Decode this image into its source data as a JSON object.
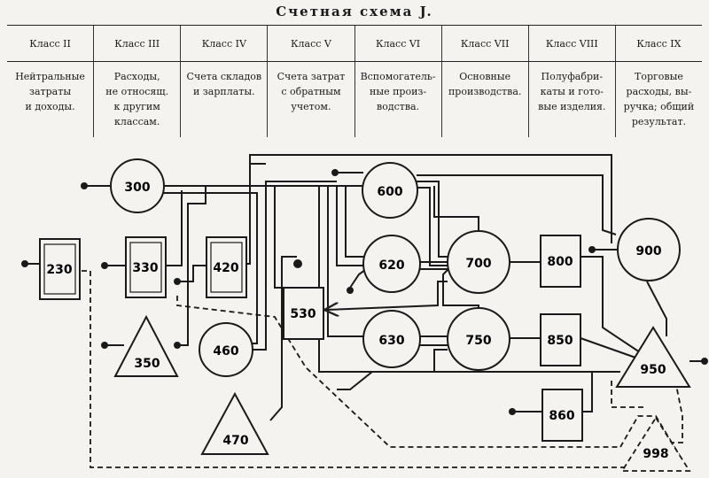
{
  "title": "Счетная схема J.",
  "classes": [
    {
      "header": "Класс II",
      "desc": "Нейтральные\nзатраты\nи доходы."
    },
    {
      "header": "Класс III",
      "desc": "Расходы,\nне относящ.\nк другим\nклассам."
    },
    {
      "header": "Класс IV",
      "desc": "Счета складов\nи зарплаты."
    },
    {
      "header": "Класс V",
      "desc": "Счета затрат\nс обратным\nучетом."
    },
    {
      "header": "Класс VI",
      "desc": "Вспомогатель-\nные произ-\nводства."
    },
    {
      "header": "Класс VII",
      "desc": "Основные\nпроизводства."
    },
    {
      "header": "Класс VIII",
      "desc": "Полуфабри-\nкаты и гото-\nвые изделия."
    },
    {
      "header": "Класс IX",
      "desc": "Торговые\nрасходы, вы-\nручка; общий\nрезультат."
    }
  ],
  "nodes": {
    "n230": "230",
    "n330": "330",
    "n420": "420",
    "n300": "300",
    "n350": "350",
    "n460": "460",
    "n470": "470",
    "n530": "530",
    "n600": "600",
    "n620": "620",
    "n630": "630",
    "n700": "700",
    "n750": "750",
    "n800": "800",
    "n850": "850",
    "n860": "860",
    "n900": "900",
    "n950": "950",
    "n998": "998"
  }
}
